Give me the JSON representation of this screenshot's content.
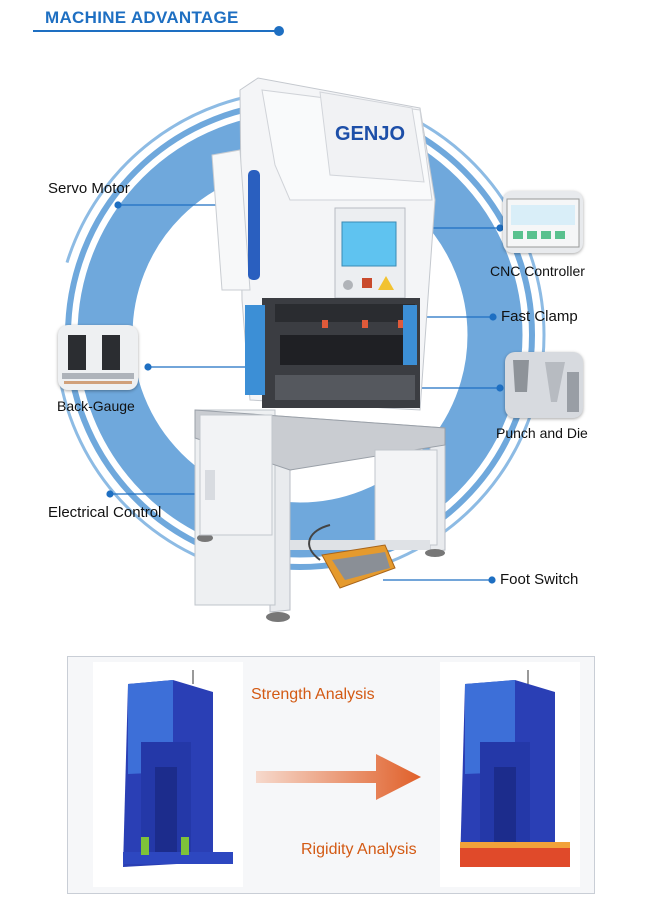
{
  "header": {
    "title": "MACHINE ADVANTAGE"
  },
  "machine": {
    "brand": "GENJO"
  },
  "callouts": {
    "servo_motor": "Servo Motor",
    "cnc_controller": "CNC Controller",
    "fast_clamp": "Fast Clamp",
    "back_gauge": "Back-Gauge",
    "punch_and_die": "Punch and Die",
    "electrical_control": "Electrical Control",
    "foot_switch": "Foot Switch"
  },
  "analysis": {
    "strength": "Strength Analysis",
    "rigidity": "Rigidity Analysis"
  },
  "colors": {
    "accent": "#1e6fc2",
    "ring": "#6fa8dc",
    "analysis_text": "#d35a14",
    "arrow": "#e0602a"
  }
}
